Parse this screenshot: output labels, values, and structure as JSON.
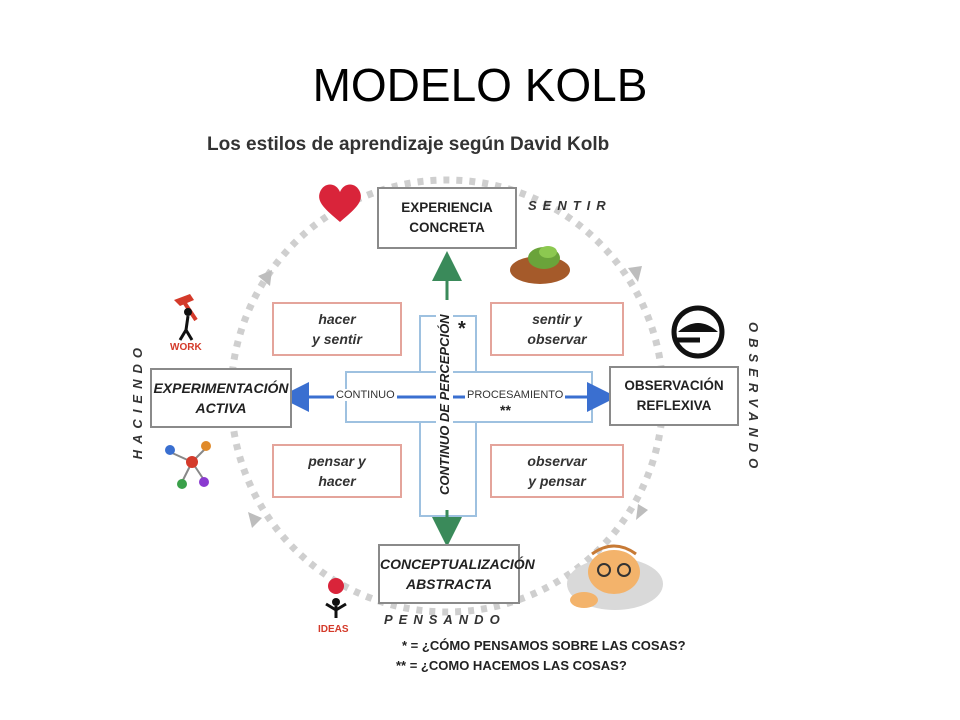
{
  "title": "MODELO KOLB",
  "subtitle": "Los estilos de aprendizaje según David Kolb",
  "poles": {
    "top": [
      "EXPERIENCIA",
      "CONCRETA"
    ],
    "right": [
      "OBSERVACIÓN",
      "REFLEXIVA"
    ],
    "bottom": [
      "CONCEPTUALIZACIÓN",
      "ABSTRACTA"
    ],
    "left": [
      "EXPERIMENTACIÓN",
      "ACTIVA"
    ]
  },
  "quadrants": {
    "top_left": [
      "hacer",
      "y sentir"
    ],
    "top_right": [
      "sentir y",
      "observar"
    ],
    "bottom_left": [
      "pensar y",
      "hacer"
    ],
    "bottom_right": [
      "observar",
      "y pensar"
    ]
  },
  "side_labels": {
    "top": "SENTIR",
    "right": "OBSERVANDO",
    "bottom": "PENSANDO",
    "left": "HACIENDO"
  },
  "axes": {
    "vertical": "CONTINUO DE PERCEPCIÓN",
    "vertical_mark": "*",
    "horizontal_left": "CONTINUO",
    "horizontal_right": "PROCESAMIENTO",
    "horizontal_mark": "**"
  },
  "icon_labels": {
    "work": "WORK",
    "ideas": "IDEAS"
  },
  "legend": [
    "* = ¿CÓMO PENSAMOS SOBRE LAS COSAS?",
    "** = ¿COMO HACEMOS LAS COSAS?"
  ],
  "colors": {
    "vertical_arrow": "#3a8a5a",
    "horizontal_arrow": "#3a6fd0",
    "quadrant_border": "#e4a49b",
    "cycle": "#cfcfcf",
    "heart": "#d9243a"
  }
}
